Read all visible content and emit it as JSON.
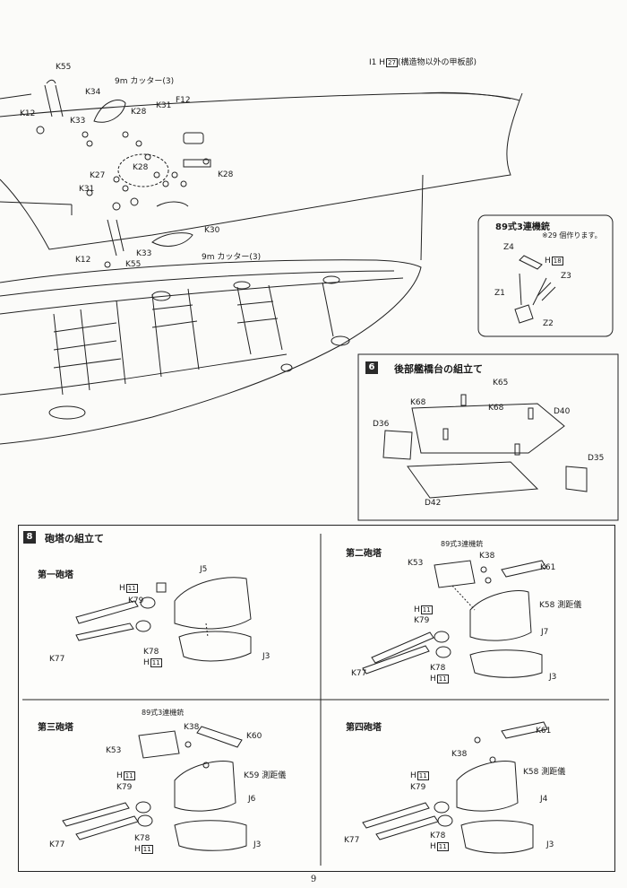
{
  "hull": {
    "deck_label": "I1",
    "deck_h_part": "27",
    "deck_note": "(構造物以外の甲板部)",
    "parts": [
      "K55",
      "K34",
      "9m カッター(3)",
      "K12",
      "K33",
      "K28",
      "K31",
      "F12",
      "K28",
      "K27",
      "K28",
      "K31",
      "K30",
      "K33",
      "K12",
      "K55",
      "9m カッター(3)"
    ]
  },
  "aa_gun": {
    "title": "89式3連機銃",
    "note": "※29 個作ります。",
    "parts": [
      "Z4",
      "H",
      "18",
      "Z3",
      "Z1",
      "Z2"
    ]
  },
  "step6": {
    "number": "6",
    "title": "後部艦橋台の組立て",
    "parts": [
      "K65",
      "K68",
      "K68",
      "D40",
      "D36",
      "D35",
      "D42"
    ]
  },
  "step8": {
    "number": "8",
    "title": "砲塔の組立て",
    "turret1": {
      "title": "第一砲塔",
      "J_top": "J5",
      "H_a": "11",
      "K79": "K79",
      "K78": "K78",
      "H_b": "11",
      "K77": "K77",
      "J_base": "J3",
      "H": "H"
    },
    "turret2": {
      "title": "第二砲塔",
      "gun_note": "89式3連機銃",
      "K53": "K53",
      "K38": "K38",
      "K61": "K61",
      "K58": "K58 測距儀",
      "H_a": "11",
      "K79": "K79",
      "J_top": "J7",
      "K77": "K77",
      "K78": "K78",
      "H_b": "11",
      "J_base": "J3",
      "H": "H"
    },
    "turret3": {
      "title": "第三砲塔",
      "gun_note": "89式3連機銃",
      "K38": "K38",
      "K60": "K60",
      "K53": "K53",
      "K59": "K59 測距儀",
      "H_a": "11",
      "K79": "K79",
      "J_top": "J6",
      "K77": "K77",
      "K78": "K78",
      "H_b": "11",
      "J_base": "J3",
      "H": "H"
    },
    "turret4": {
      "title": "第四砲塔",
      "K61": "K61",
      "K38": "K38",
      "K58": "K58 測距儀",
      "H_a": "11",
      "K79": "K79",
      "J_top": "J4",
      "K77": "K77",
      "K78": "K78",
      "H_b": "11",
      "J_base": "J3",
      "H": "H"
    }
  },
  "page_number": "9"
}
